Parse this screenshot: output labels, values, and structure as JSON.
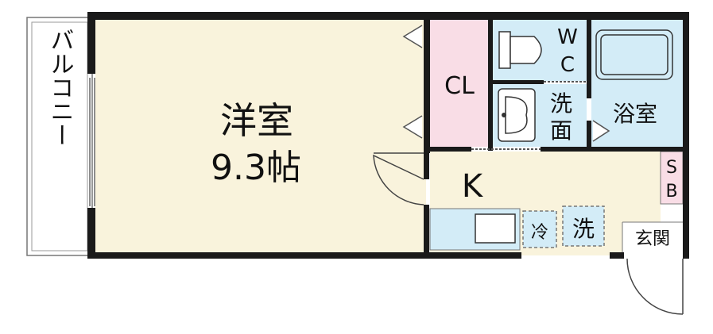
{
  "rooms": {
    "western_room": {
      "name": "洋室",
      "size": "9.3帖"
    },
    "balcony": {
      "label": "バルコニー"
    },
    "closet": {
      "label": "CL"
    },
    "toilet": {
      "label_line1": "W",
      "label_line2": "C"
    },
    "washroom": {
      "label_line1": "洗",
      "label_line2": "面"
    },
    "bathroom": {
      "label": "浴室"
    },
    "kitchen": {
      "label": "K"
    },
    "shoe_box": {
      "label_line1": "S",
      "label_line2": "B"
    },
    "entrance": {
      "label": "玄関"
    },
    "fridge_space": {
      "label": "冷"
    },
    "washer_space": {
      "label": "洗"
    }
  },
  "colors": {
    "wall": "#1a1a1a",
    "western_room_floor": "#f9f3dc",
    "kitchen_floor": "#f9f3dc",
    "closet_floor": "#f9dde6",
    "wet_area_floor": "#d3ecf7",
    "shoe_box_floor": "#f9dde6",
    "balcony_floor": "#ffffff"
  }
}
